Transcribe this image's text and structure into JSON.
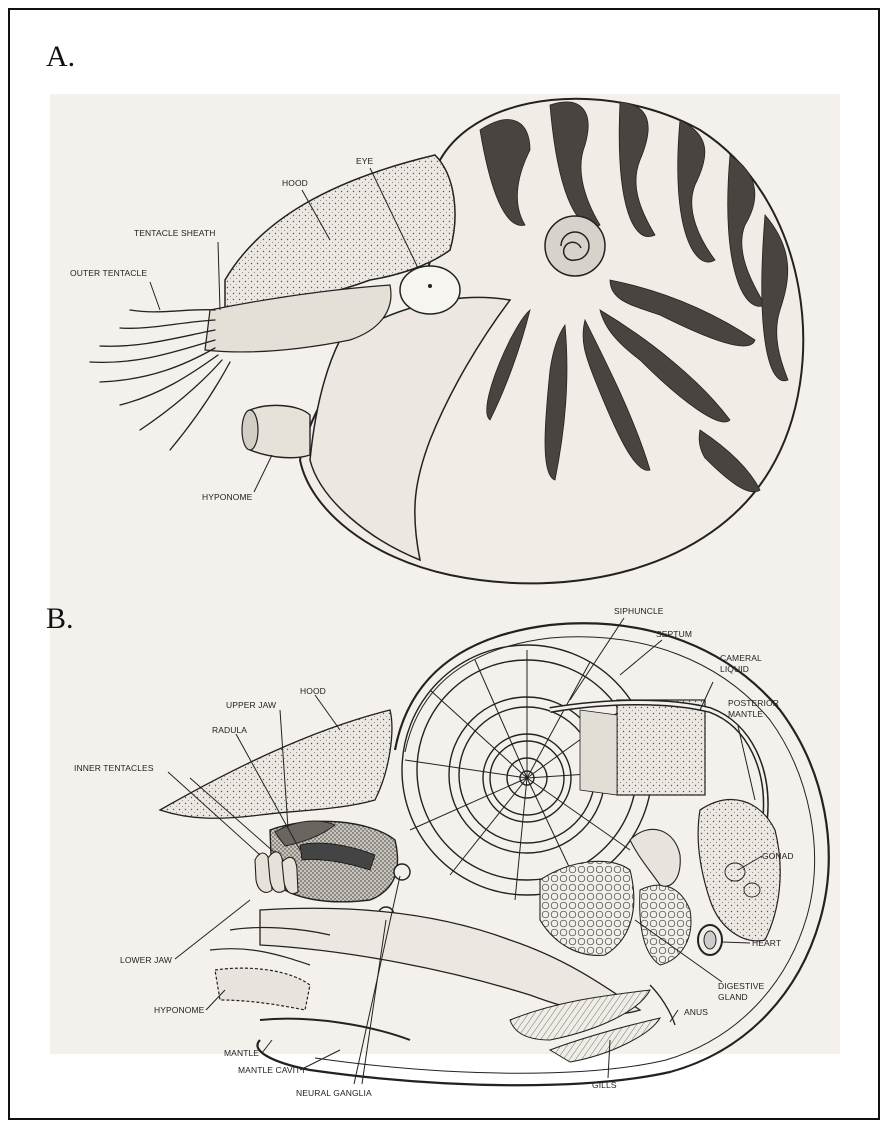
{
  "panels": [
    {
      "letter": "A.",
      "labels": {
        "eye": "EYE",
        "hood": "HOOD",
        "tentacle_sheath": "TENTACLE SHEATH",
        "outer_tentacle": "OUTER TENTACLE",
        "hyponome": "HYPONOME"
      }
    },
    {
      "letter": "B.",
      "labels": {
        "siphuncle": "SIPHUNCLE",
        "septum": "SEPTUM",
        "cameral_liquid": [
          "CAMERAL",
          "LIQUID"
        ],
        "posterior_mantle": [
          "POSTERIOR",
          "MANTLE"
        ],
        "hood": "HOOD",
        "upper_jaw": "UPPER JAW",
        "radula": "RADULA",
        "inner_tentacles": "INNER TENTACLES",
        "gonad": "GONAD",
        "heart": "HEART",
        "digestive_gland": [
          "DIGESTIVE",
          "GLAND"
        ],
        "lower_jaw": "LOWER JAW",
        "hyponome": "HYPONOME",
        "mantle": "MANTLE",
        "mantle_cavity": "MANTLE CAVITY",
        "anus": "ANUS",
        "gills": "GILLS",
        "neural_ganglia": "NEURAL GANGLIA"
      }
    }
  ]
}
